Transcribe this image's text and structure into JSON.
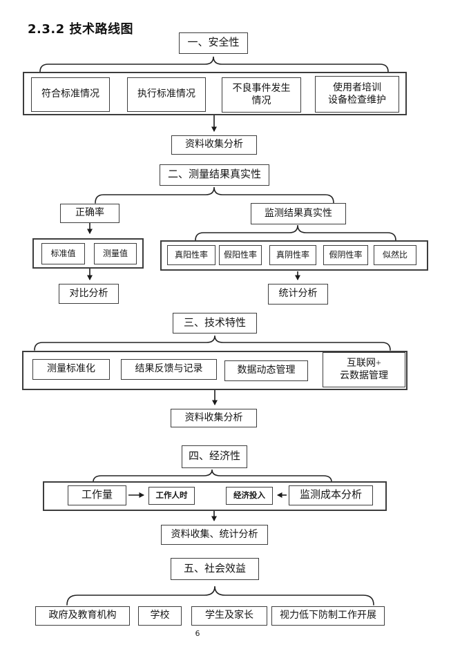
{
  "page": {
    "heading": "2.3.2 技术路线图",
    "page_number": "6"
  },
  "sections": {
    "safety": {
      "title": "一、安全性",
      "items": {
        "b1": "符合标准情况",
        "b2": "执行标准情况",
        "b3": "不良事件发生\n情况",
        "b4": "使用者培训\n设备检查维护"
      },
      "result": "资料收集分析"
    },
    "authenticity": {
      "title": "二、测量结果真实性",
      "accuracy": {
        "title": "正确率",
        "b1": "标准值",
        "b2": "测量值",
        "result": "对比分析"
      },
      "monitoring": {
        "title": "监测结果真实性",
        "b1": "真阳性率",
        "b2": "假阳性率",
        "b3": "真阴性率",
        "b4": "假阴性率",
        "b5": "似然比",
        "result": "统计分析"
      }
    },
    "technical": {
      "title": "三、技术特性",
      "items": {
        "b1": "测量标准化",
        "b2": "结果反馈与记录",
        "b3": "数据动态管理",
        "b4": "互联网+\n云数据管理"
      },
      "result": "资料收集分析"
    },
    "economy": {
      "title": "四、经济性",
      "items": {
        "b1": "工作量",
        "b2": "工作人时",
        "b3": "经济投入",
        "b4": "监测成本分析"
      },
      "result": "资料收集、统计分析"
    },
    "social": {
      "title": "五、社会效益",
      "items": {
        "b1": "政府及教育机构",
        "b2": "学校",
        "b3": "学生及家长",
        "b4": "视力低下防制工作开展"
      }
    }
  }
}
